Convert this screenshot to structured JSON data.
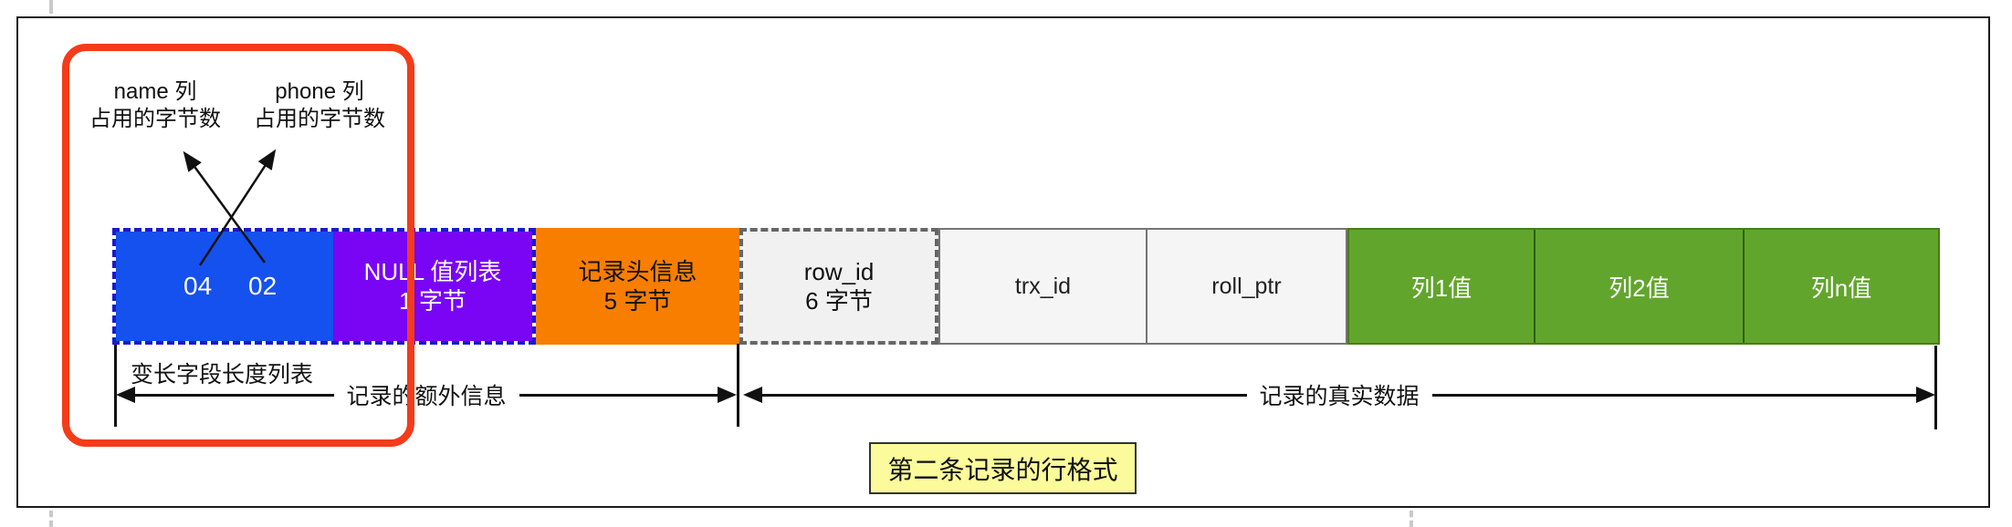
{
  "callout": {
    "name_label": {
      "line1": "name 列",
      "line2": "占用的字节数"
    },
    "phone_label": {
      "line1": "phone 列",
      "line2": "占用的字节数"
    }
  },
  "record_row": {
    "varlen_bytes": {
      "first": "04",
      "second": "02"
    },
    "null_list": {
      "line1": "NULL 值列表",
      "line2": "1 字节"
    },
    "record_header": {
      "line1": "记录头信息",
      "line2": "5 字节"
    },
    "row_id": {
      "line1": "row_id",
      "line2": "6 字节"
    },
    "trx_id": {
      "label": "trx_id"
    },
    "roll_ptr": {
      "label": "roll_ptr"
    },
    "col1": {
      "label": "列1值"
    },
    "col2": {
      "label": "列2值"
    },
    "coln": {
      "label": "列n值"
    }
  },
  "annotations": {
    "varlen_list_label": "变长字段长度列表",
    "extra_info_label": "记录的额外信息",
    "real_data_label": "记录的真实数据",
    "caption": "第二条记录的行格式"
  },
  "colors": {
    "varlen_blue": "#1551ee",
    "null_purple": "#7a05f5",
    "header_orange": "#f87e00",
    "rowid_gray": "#f1f1f1",
    "sys_gray": "#f5f5f5",
    "col_green": "#62a52d",
    "highlight_red": "#f43b1a",
    "caption_yellow": "#fbfb9b",
    "dash_blue": "#1a1acc"
  }
}
